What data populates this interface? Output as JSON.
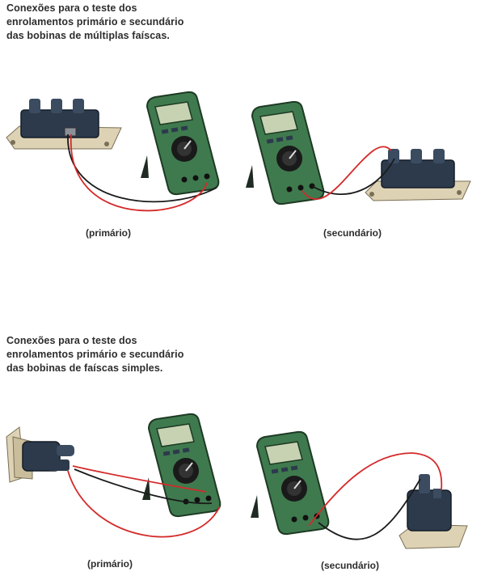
{
  "section_multi": {
    "heading": "Conexões para o teste dos enrolamentos primário e secundário das bobinas de múltiplas faíscas.",
    "caption_primary": "(primário)",
    "caption_secondary": "(secundário)"
  },
  "section_single": {
    "heading": "Conexões para o teste dos enrolamentos primário e secundário das bobinas de faíscas simples.",
    "caption_primary": "(primário)",
    "caption_secondary": "(secundário)"
  },
  "colors": {
    "meter_body": "#3f7a4e",
    "meter_border": "#1e3a24",
    "display": "#c7d2b2",
    "coil_dark": "#2c3a4c",
    "bracket": "#ddd2b4",
    "lead_red": "#d42a2a",
    "lead_black": "#1a1a1a"
  }
}
